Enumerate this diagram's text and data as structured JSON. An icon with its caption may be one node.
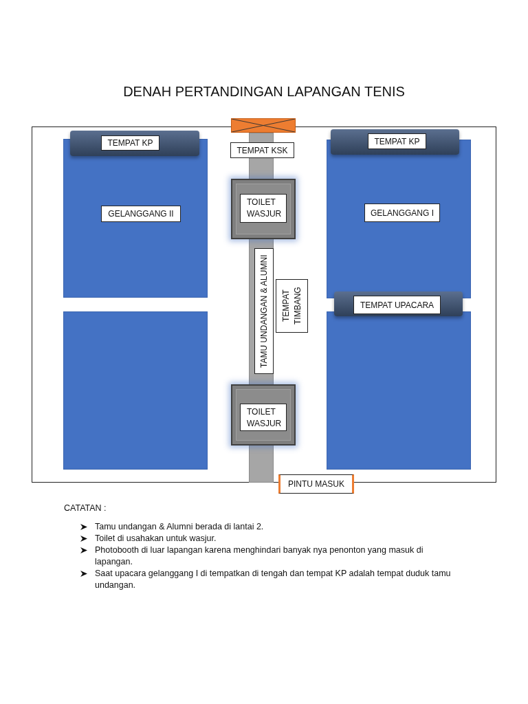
{
  "diagram": {
    "title": "DENAH PERTANDINGAN LAPANGAN TENIS",
    "nodes": [
      {
        "text": [],
        "shape": "box"
      },
      {
        "text": [],
        "shape": "box"
      },
      {
        "text": [],
        "shape": "box",
        "in": 0
      },
      {
        "text": [
          "TEMPAT KP"
        ],
        "in": 0
      },
      {
        "text": [
          "GELANGGANG II"
        ],
        "in": 2
      },
      {
        "text": [],
        "shape": "bar",
        "in": 0
      },
      {
        "text": [
          "TEMPAT KSK"
        ],
        "in": 0
      },
      {
        "text": [
          "TOILET WASJUR"
        ],
        "in": 0
      },
      {
        "text": [
          "TAMU UNDANGAN & ALUMNI"
        ],
        "in": 5
      },
      {
        "text": [
          "TEMPAT TIMBANG"
        ],
        "in": 0
      },
      {
        "text": [],
        "shape": "box",
        "in": 0
      },
      {
        "text": [
          "TOILET WASJUR"
        ],
        "in": 0
      },
      {
        "text": [],
        "shape": "box",
        "in": 0
      },
      {
        "text": [
          "TEMPAT KP"
        ],
        "in": 0
      },
      {
        "text": [
          "GELANGGANG I"
        ],
        "in": 12
      },
      {
        "text": [
          "TEMPAT UPACARA"
        ],
        "in": 0
      },
      {
        "text": [],
        "shape": "box",
        "in": 0
      },
      {
        "text": [
          "PINTU MASUK"
        ]
      }
    ],
    "labels": [
      "CATATAN :",
      "Tamu undangan & Alumni berada di lantai 2.",
      "Toilet di usahakan untuk wasjur.",
      "Photobooth di luar lapangan karena menghindari banyak nya penonton yang masuk di lapangan.",
      "Saat upacara gelanggang I di tempatkan di tengah dan tempat KP adalah tempat duduk tamu undangan."
    ]
  }
}
